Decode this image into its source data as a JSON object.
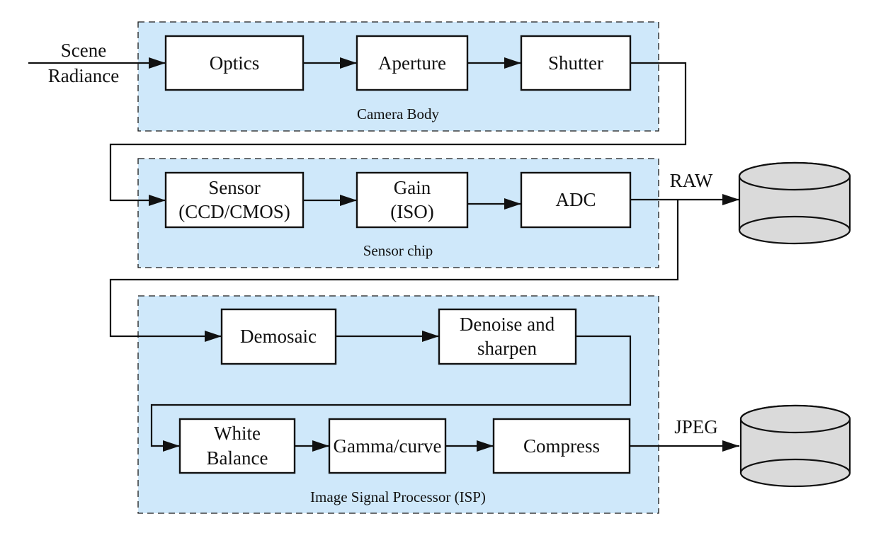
{
  "diagram": {
    "title": "Camera image processing pipeline",
    "input": {
      "line1": "Scene",
      "line2": "Radiance"
    },
    "groups": [
      {
        "id": "camera-body",
        "label": "Camera Body"
      },
      {
        "id": "sensor-chip",
        "label": "Sensor chip"
      },
      {
        "id": "isp",
        "label": "Image Signal Processor (ISP)"
      }
    ],
    "blocks": {
      "optics": [
        "Optics"
      ],
      "aperture": [
        "Aperture"
      ],
      "shutter": [
        "Shutter"
      ],
      "sensor": [
        "Sensor",
        "(CCD/CMOS)"
      ],
      "gain": [
        "Gain",
        "(ISO)"
      ],
      "adc": [
        "ADC"
      ],
      "demosaic": [
        "Demosaic"
      ],
      "denoise": [
        "Denoise and",
        "sharpen"
      ],
      "white_balance": [
        "White",
        "Balance"
      ],
      "gamma": [
        "Gamma/curve"
      ],
      "compress": [
        "Compress"
      ]
    },
    "outputs": {
      "raw": {
        "label": "RAW",
        "icon": "database-icon"
      },
      "jpeg": {
        "label": "JPEG",
        "icon": "database-icon"
      }
    },
    "edges": [
      [
        "input",
        "optics"
      ],
      [
        "optics",
        "aperture"
      ],
      [
        "aperture",
        "shutter"
      ],
      [
        "shutter",
        "sensor"
      ],
      [
        "sensor",
        "gain"
      ],
      [
        "gain",
        "adc"
      ],
      [
        "adc",
        "raw"
      ],
      [
        "adc",
        "demosaic"
      ],
      [
        "demosaic",
        "denoise"
      ],
      [
        "denoise",
        "white_balance"
      ],
      [
        "white_balance",
        "gamma"
      ],
      [
        "gamma",
        "compress"
      ],
      [
        "compress",
        "jpeg"
      ]
    ],
    "colors": {
      "group_fill": "#cfe8fa",
      "block_fill": "#ffffff",
      "storage_fill": "#dadada",
      "stroke": "#111111"
    }
  }
}
